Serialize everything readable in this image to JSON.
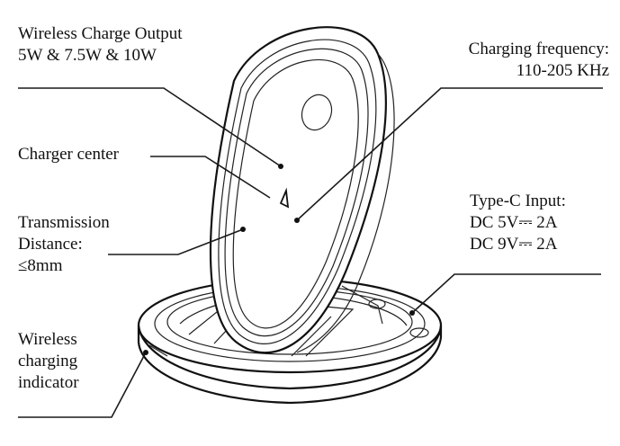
{
  "labels": {
    "wireless_output": {
      "title": "Wireless Charge Output",
      "value": "5W & 7.5W & 10W"
    },
    "charging_frequency": {
      "title": "Charging frequency:",
      "value": "110-205 KHz"
    },
    "charger_center": {
      "text": "Charger center"
    },
    "transmission_distance": {
      "line1": "Transmission",
      "line2": "Distance:",
      "line3": "≤8mm"
    },
    "type_c_input": {
      "title": "Type-C Input:",
      "line1": "DC 5V⎓ 2A",
      "line2": "DC 9V⎓ 2A"
    },
    "indicator": {
      "line1": "Wireless",
      "line2": "charging",
      "line3": "indicator"
    }
  }
}
